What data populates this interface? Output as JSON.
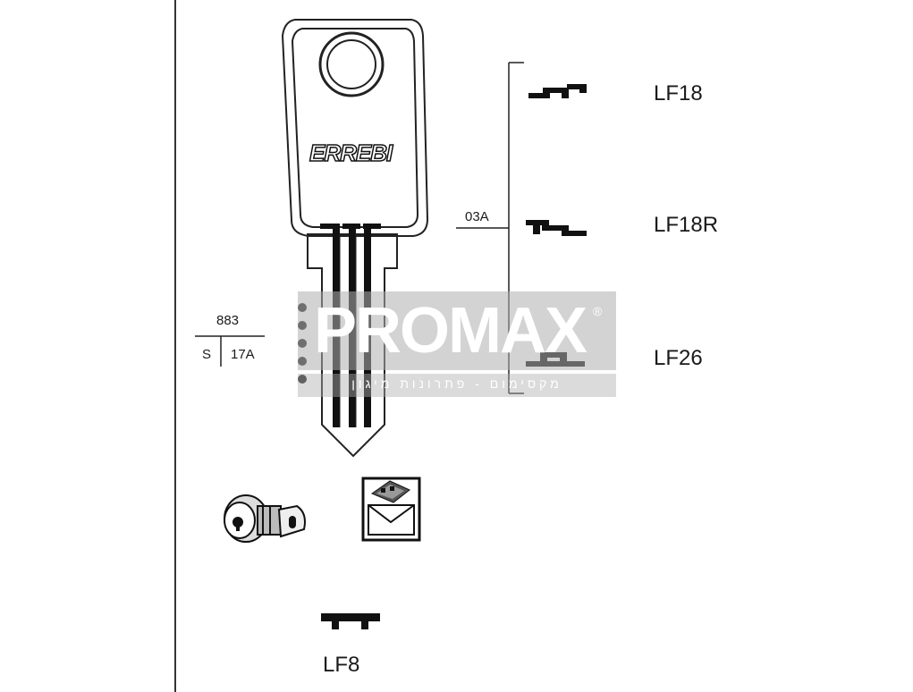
{
  "key": {
    "brand": "ERREBI",
    "code_top": "883",
    "code_left": "S",
    "code_right": "17A"
  },
  "profile_group": {
    "label": "03A",
    "profiles": [
      {
        "label": "LF18"
      },
      {
        "label": "LF18R"
      },
      {
        "label": "LF26"
      }
    ]
  },
  "bottom_profile": {
    "label": "LF8"
  },
  "icons": [
    "cam-lock-icon",
    "mailbox-icon"
  ],
  "watermark": {
    "text": "PROMAX",
    "mark": "®",
    "subtitle": "מקסימום - פתרונות מיגון"
  }
}
